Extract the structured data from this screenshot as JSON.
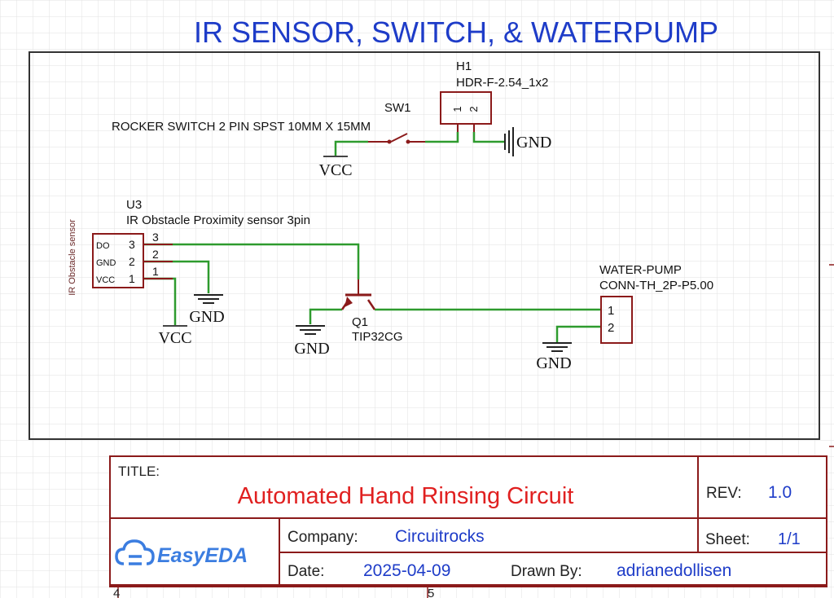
{
  "header": {
    "title": "IR SENSOR, SWITCH, & WATERPUMP"
  },
  "components": {
    "h1": {
      "ref": "H1",
      "value": "HDR-F-2.54_1x2",
      "pins": [
        "1",
        "2"
      ]
    },
    "sw1": {
      "ref": "SW1",
      "value": "ROCKER SWITCH 2 PIN SPST 10MM X 15MM"
    },
    "u3": {
      "ref": "U3",
      "value": "IR Obstacle Proximity sensor 3pin",
      "body_label": "IR Obstacle sensor",
      "pin_names": [
        "DO",
        "GND",
        "VCC"
      ],
      "pin_numbers": [
        "3",
        "2",
        "1"
      ]
    },
    "q1": {
      "ref": "Q1",
      "value": "TIP32CG"
    },
    "pump": {
      "ref": "WATER-PUMP",
      "value": "CONN-TH_2P-P5.00",
      "pins": [
        "1",
        "2"
      ]
    }
  },
  "power_labels": {
    "vcc": "VCC",
    "gnd": "GND"
  },
  "title_block": {
    "title_label": "TITLE:",
    "title": "Automated Hand Rinsing Circuit",
    "rev_label": "REV:",
    "rev": "1.0",
    "company_label": "Company:",
    "company": "Circuitrocks",
    "sheet_label": "Sheet:",
    "sheet": "1/1",
    "date_label": "Date:",
    "date": "2025-04-09",
    "drawn_by_label": "Drawn By:",
    "drawn_by": "adrianedollisen",
    "logo_text": "EasyEDA"
  },
  "zone_markers": [
    "4",
    "5"
  ],
  "colors": {
    "wire": "#2e9b2e",
    "component": "#8b1a1a",
    "blue_text": "#1e3cc8",
    "red_text": "#e02020",
    "grid": "#e2e2e2"
  }
}
